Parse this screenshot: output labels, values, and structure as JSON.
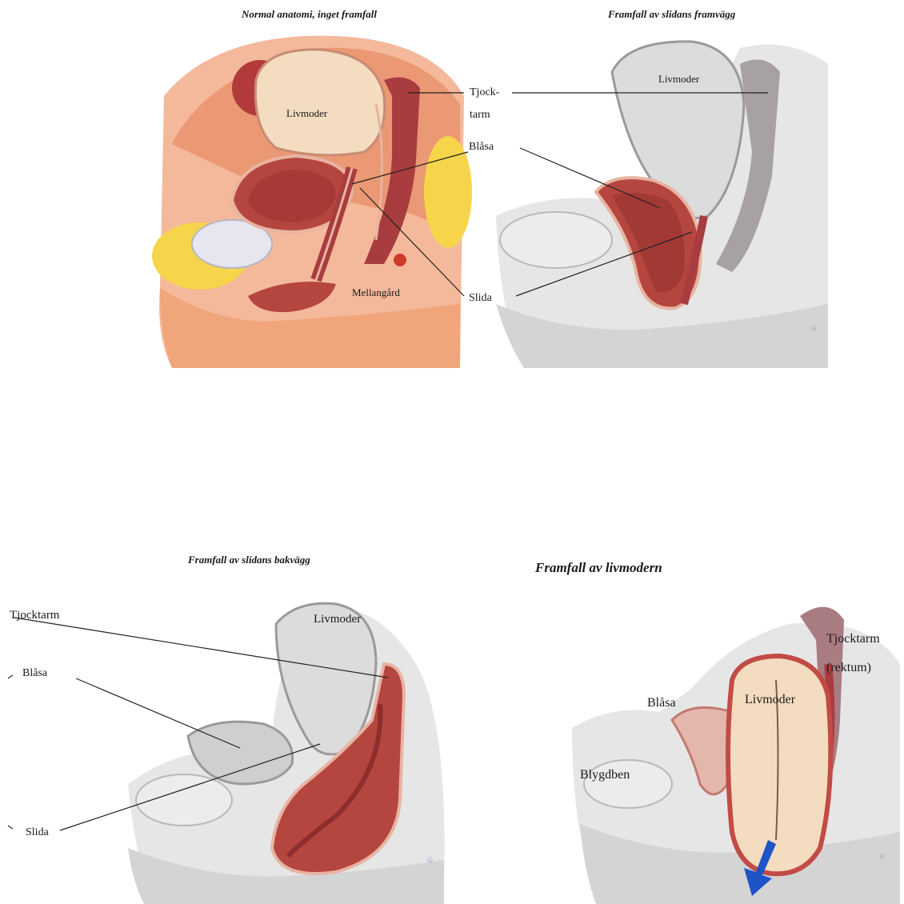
{
  "panels": [
    {
      "title": "Normal anatomi, inget framfall",
      "labels": {
        "uterus": "Livmoder",
        "colon_1": "Tjock-",
        "colon_2": "tarm",
        "bladder": "Blåsa",
        "perineum": "Mellangård",
        "vagina": "Slida"
      }
    },
    {
      "title": "Framfall av slidans framvägg",
      "labels": {
        "uterus": "Livmoder"
      }
    },
    {
      "title": "Framfall av slidans bakvägg",
      "labels": {
        "colon": "Tjocktarm",
        "bladder": "Blåsa",
        "uterus": "Livmoder",
        "vagina": "Slida"
      }
    },
    {
      "title": "Framfall av livmodern",
      "labels": {
        "colon_1": "Tjocktarm",
        "colon_2": "(rektum)",
        "bladder": "Blåsa",
        "uterus": "Livmoder",
        "pubic_bone": "Blygdben"
      }
    }
  ],
  "colors": {
    "skin": "#f1a57a",
    "muscle": "#b5463f",
    "uterus": "#f3dcc0",
    "fat": "#f6d54b",
    "grey_tissue": "#d9d9d9",
    "arrow": "#1f54c9"
  }
}
